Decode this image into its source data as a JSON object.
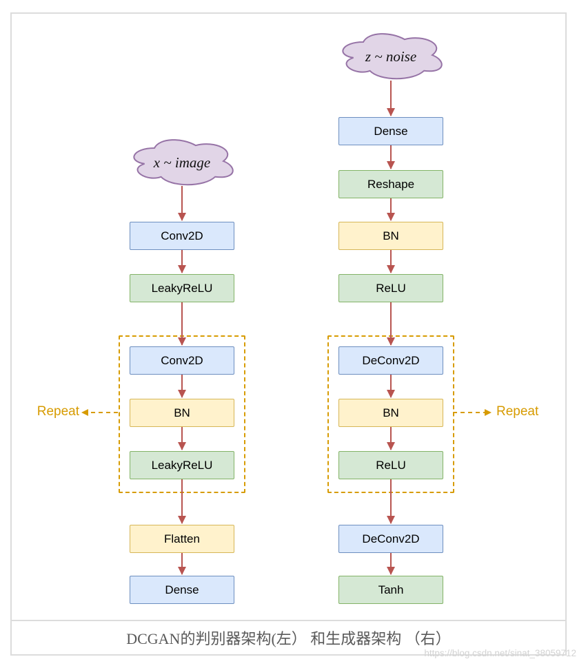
{
  "palette": {
    "box_blue_fill": "#dae8fc",
    "box_blue_stroke": "#6c8ebf",
    "box_green_fill": "#d5e8d4",
    "box_green_stroke": "#82b366",
    "box_yellow_fill": "#fff2cc",
    "box_yellow_stroke": "#d6b656",
    "cloud_fill": "#e1d5e7",
    "cloud_stroke": "#9673a6",
    "arrow_color": "#b85450",
    "repeat_color": "#d79b00",
    "frame_border": "#dcdcdc",
    "caption_color": "#595959"
  },
  "diagram": {
    "left": {
      "cloud_label": "x ~ image",
      "repeat_label": "Repeat",
      "boxes": [
        {
          "label": "Conv2D",
          "color": "blue"
        },
        {
          "label": "LeakyReLU",
          "color": "green"
        },
        {
          "label": "Conv2D",
          "color": "blue"
        },
        {
          "label": "BN",
          "color": "yellow"
        },
        {
          "label": "LeakyReLU",
          "color": "green"
        },
        {
          "label": "Flatten",
          "color": "yellow"
        },
        {
          "label": "Dense",
          "color": "blue"
        }
      ]
    },
    "right": {
      "cloud_label": "z ~ noise",
      "repeat_label": "Repeat",
      "boxes": [
        {
          "label": "Dense",
          "color": "blue"
        },
        {
          "label": "Reshape",
          "color": "green"
        },
        {
          "label": "BN",
          "color": "yellow"
        },
        {
          "label": "ReLU",
          "color": "green"
        },
        {
          "label": "DeConv2D",
          "color": "blue"
        },
        {
          "label": "BN",
          "color": "yellow"
        },
        {
          "label": "ReLU",
          "color": "green"
        },
        {
          "label": "DeConv2D",
          "color": "blue"
        },
        {
          "label": "Tanh",
          "color": "green"
        }
      ]
    }
  },
  "caption": "DCGAN的判别器架构(左） 和生成器架构 （右）",
  "watermark": "https://blog.csdn.net/sinat_38059712"
}
